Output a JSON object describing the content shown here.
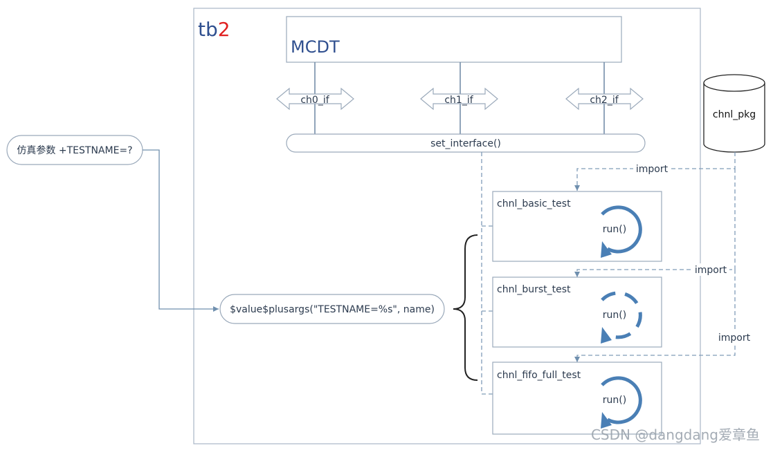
{
  "tb": {
    "title_prefix": "tb",
    "title_suffix": "2",
    "suffix_color": "#e02020"
  },
  "dut": {
    "label": "MCDT"
  },
  "channels": [
    {
      "label": "ch0_if"
    },
    {
      "label": "ch1_if"
    },
    {
      "label": "ch2_if"
    }
  ],
  "set_interface": {
    "label": "set_interface()"
  },
  "sim_param": {
    "label": "仿真参数 +TESTNAME=?"
  },
  "plusargs": {
    "label": "$value$plusargs(\"TESTNAME=%s\", name)"
  },
  "pkg": {
    "label": "chnl_pkg"
  },
  "tests": [
    {
      "name": "chnl_basic_test",
      "run_label": "run()",
      "arc_style": "solid"
    },
    {
      "name": "chnl_burst_test",
      "run_label": "run()",
      "arc_style": "dashed"
    },
    {
      "name": "chnl_fifo_full_test",
      "run_label": "run()",
      "arc_style": "solid"
    }
  ],
  "imports": [
    {
      "label": "import"
    },
    {
      "label": "import"
    },
    {
      "label": "import"
    }
  ],
  "watermark": {
    "text": "CSDN @dangdang爱章鱼"
  },
  "colors": {
    "line": "#8ea2b8",
    "text": "#2b3a4e",
    "title_blue": "#2f4f8f",
    "arc": "#4a7fb5",
    "dashed": "#7f9cb8",
    "brace": "#222222"
  }
}
